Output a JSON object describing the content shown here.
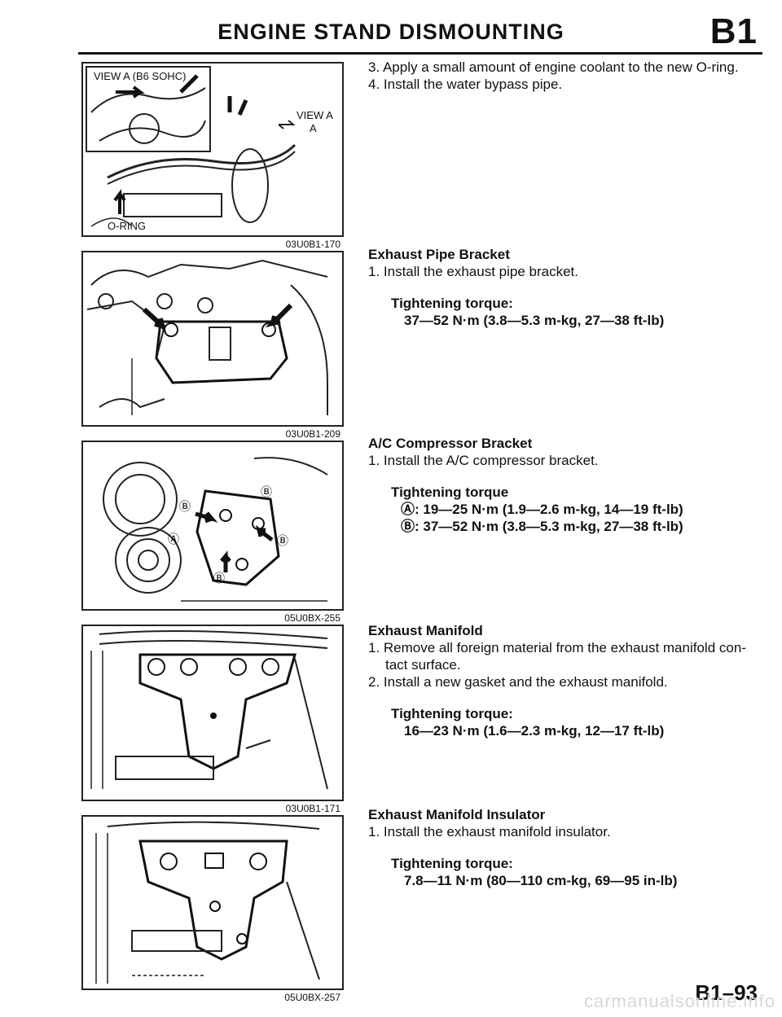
{
  "header": {
    "title": "ENGINE STAND DISMOUNTING",
    "section": "B1"
  },
  "figures": [
    {
      "code": "03U0B1-170",
      "labels": {
        "view_a_b6": "VIEW A (B6 SOHC)",
        "view_a": "VIEW A",
        "a": "A",
        "oring": "O-RING"
      }
    },
    {
      "code": "03U0B1-209"
    },
    {
      "code": "05U0BX-255"
    },
    {
      "code": "03U0B1-171"
    },
    {
      "code": "05U0BX-257"
    }
  ],
  "blocks": {
    "water": {
      "steps": [
        "3. Apply a small amount of engine coolant to the new O-ring.",
        "4. Install the water bypass pipe."
      ]
    },
    "exhaust_bracket": {
      "title": "Exhaust Pipe Bracket",
      "steps": [
        "1. Install the exhaust pipe bracket."
      ],
      "torque_label": "Tightening torque:",
      "torque_values": [
        "37—52 N·m (3.8—5.3 m-kg, 27—38 ft-lb)"
      ]
    },
    "ac_bracket": {
      "title": "A/C Compressor Bracket",
      "steps": [
        "1. Install the A/C compressor bracket."
      ],
      "torque_label": "Tightening torque",
      "torque_values": [
        "Ⓐ: 19—25 N·m (1.9—2.6 m-kg, 14—19 ft-lb)",
        "Ⓑ: 37—52 N·m (3.8—5.3 m-kg, 27—38 ft-lb)"
      ]
    },
    "exhaust_manifold": {
      "title": "Exhaust Manifold",
      "steps": [
        "1. Remove all foreign material from the exhaust manifold con-",
        "tact surface.",
        "2. Install a new gasket and the exhaust manifold."
      ],
      "torque_label": "Tightening torque:",
      "torque_values": [
        "16—23 N·m (1.6—2.3 m-kg, 12—17 ft-lb)"
      ]
    },
    "insulator": {
      "title": "Exhaust Manifold Insulator",
      "steps": [
        "1. Install the exhaust manifold insulator."
      ],
      "torque_label": "Tightening torque:",
      "torque_values": [
        "7.8—11 N·m (80—110 cm-kg, 69—95 in-lb)"
      ]
    }
  },
  "footer": {
    "page": "B1–93"
  },
  "watermark": "carmanualsonline.info"
}
